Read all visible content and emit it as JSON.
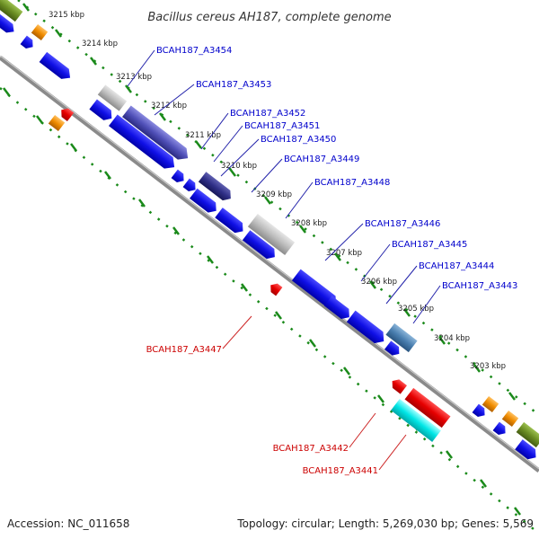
{
  "title": "Bacillus cereus AH187, complete genome",
  "footer": {
    "accession": "Accession: NC_011658",
    "topology": "Topology: circular; Length: 5,269,030 bp; Genes: 5,569"
  },
  "colors": {
    "forward_gene": "#1010e6",
    "reverse_gene": "#e60000",
    "highlight_purple": "#5050b8",
    "highlight_navy": "#303088",
    "highlight_steelblue": "#4a7fb0",
    "highlight_cyan": "#00e6e6",
    "feature_gray": "#b8b8b8",
    "feature_orange": "#f08c00",
    "feature_olive": "#6b8e23",
    "tick_green": "#1a8a1a",
    "backbone": "#808080",
    "label_blue": "#0000cc",
    "label_red": "#cc0000"
  },
  "kbp_ticks": [
    {
      "label": "3215 kbp"
    },
    {
      "label": "3214 kbp"
    },
    {
      "label": "3213 kbp"
    },
    {
      "label": "3212 kbp"
    },
    {
      "label": "3211 kbp"
    },
    {
      "label": "3210 kbp"
    },
    {
      "label": "3209 kbp"
    },
    {
      "label": "3208 kbp"
    },
    {
      "label": "3207 kbp"
    },
    {
      "label": "3206 kbp"
    },
    {
      "label": "3205 kbp"
    },
    {
      "label": "3204 kbp"
    },
    {
      "label": "3203 kbp"
    }
  ],
  "forward_labels": [
    {
      "text": "BCAH187_A3454"
    },
    {
      "text": "BCAH187_A3453"
    },
    {
      "text": "BCAH187_A3452"
    },
    {
      "text": "BCAH187_A3451"
    },
    {
      "text": "BCAH187_A3450"
    },
    {
      "text": "BCAH187_A3449"
    },
    {
      "text": "BCAH187_A3448"
    },
    {
      "text": "BCAH187_A3446"
    },
    {
      "text": "BCAH187_A3445"
    },
    {
      "text": "BCAH187_A3444"
    },
    {
      "text": "BCAH187_A3443"
    }
  ],
  "reverse_labels": [
    {
      "text": "BCAH187_A3447"
    },
    {
      "text": "BCAH187_A3442"
    },
    {
      "text": "BCAH187_A3441"
    }
  ]
}
